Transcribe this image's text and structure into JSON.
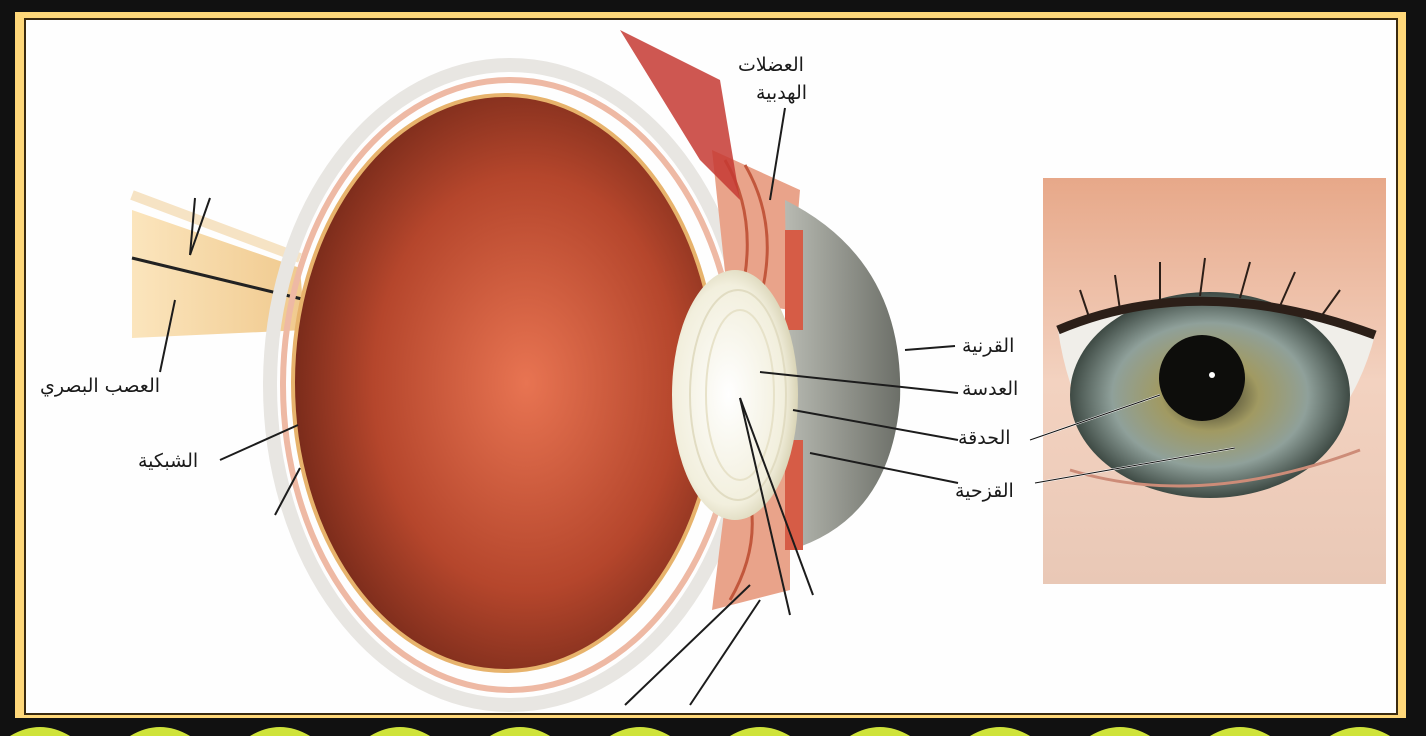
{
  "diagram": {
    "labels": {
      "ciliary_muscles_line1": "العضلات",
      "ciliary_muscles_line2": "الهدبية",
      "optic_nerve": "العصب البصري",
      "retina": "الشبكية",
      "cornea": "القرنية",
      "lens": "العدسة",
      "pupil": "الحدقة",
      "iris": "القزحية"
    },
    "colors": {
      "frame": "#111111",
      "panel": "#ffd87a",
      "vitreous": "#b4502f",
      "lens": "#f4f2e6",
      "cornea": "#8f918a",
      "nerve": "#f3d4a0",
      "photo_iris": "#8f9a84"
    }
  }
}
